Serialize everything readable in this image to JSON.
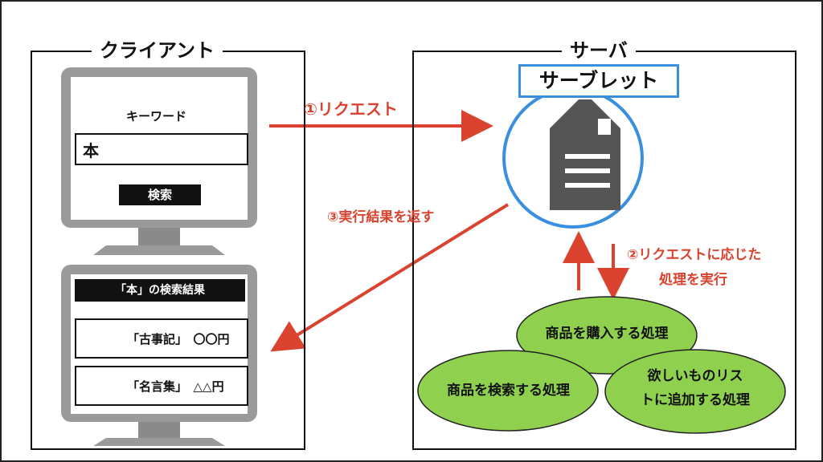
{
  "client": {
    "title": "クライアント",
    "search": {
      "keyword_label": "キーワード",
      "input_value": "本",
      "button_label": "検索"
    },
    "results": {
      "title": "「本」の検索結果",
      "items": [
        {
          "text": "「古事記」　〇〇円"
        },
        {
          "text": "「名言集」　△△円"
        }
      ]
    }
  },
  "server": {
    "title": "サーバ",
    "servlet_label": "サーブレット",
    "processes": [
      {
        "lines": [
          "商品を購入する処理"
        ]
      },
      {
        "lines": [
          "商品を検索する処理"
        ]
      },
      {
        "lines": [
          "欲しいものリス",
          "トに追加する処理"
        ]
      }
    ]
  },
  "arrows": {
    "request": "①リクエスト",
    "process": [
      "②リクエストに応じた",
      "処理を実行"
    ],
    "return": "③実行結果を返す"
  },
  "colors": {
    "arrow_red": "#d9432f",
    "servlet_blue": "#3a8fe0",
    "process_green": "#8fd14f",
    "monitor_gray": "#9a9a9a",
    "document_gray": "#555555"
  }
}
